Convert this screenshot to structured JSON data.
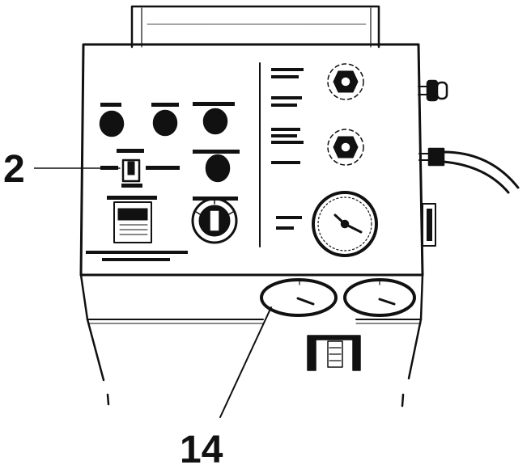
{
  "callouts": [
    {
      "id": "2",
      "label": "2"
    },
    {
      "id": "14",
      "label": "14"
    }
  ],
  "colors": {
    "ink": "#111111",
    "paper": "#ffffff"
  }
}
